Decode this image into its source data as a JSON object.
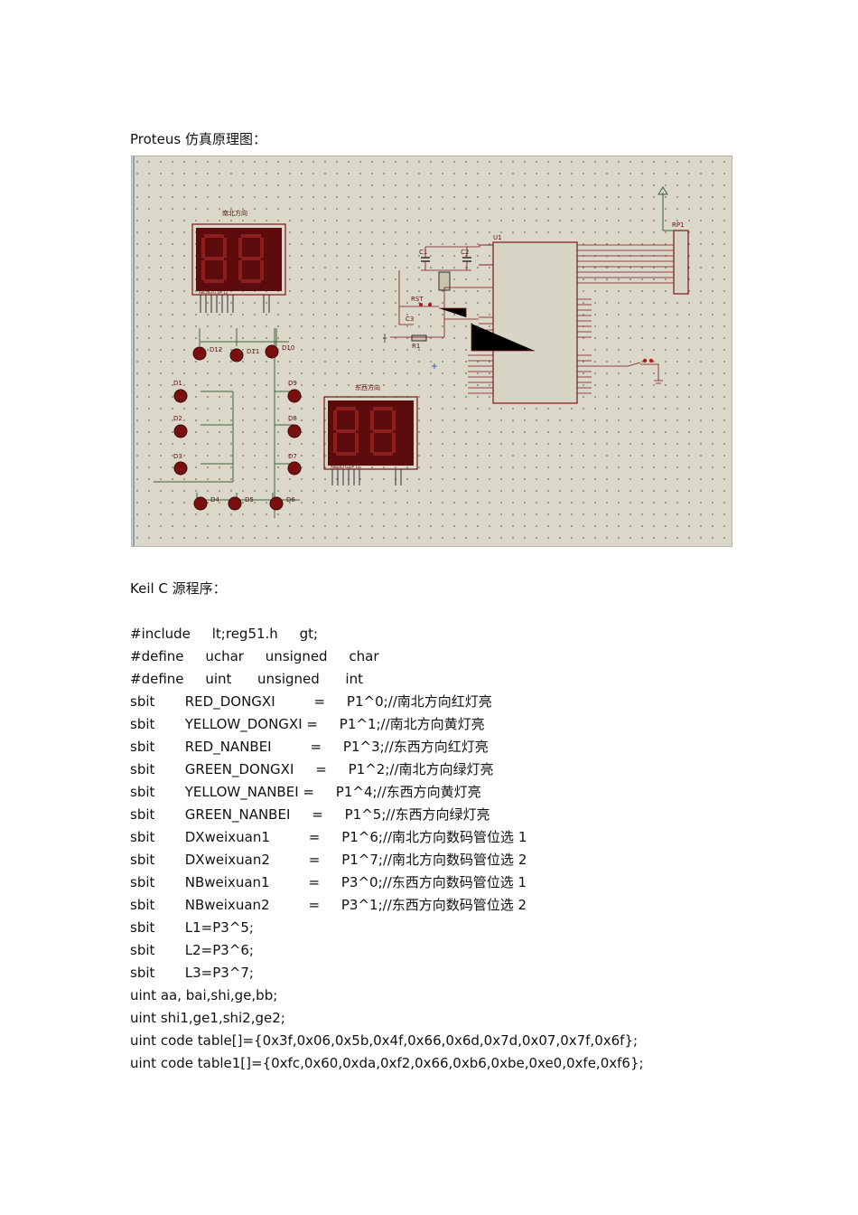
{
  "headings": {
    "proteus": "Proteus 仿真原理图：",
    "keil": "Keil C 源程序："
  },
  "schematic": {
    "labels": {
      "sn_title": "南北方向",
      "ew_title": "东西方向",
      "u1": "U1",
      "rp1": "RP1",
      "c1": "C1",
      "c2": "C2",
      "rst": "RST",
      "c3": "C3",
      "r1": "R1",
      "seg_pins": "ABCDEFG  DP      12",
      "d12": "D12",
      "d11": "D11",
      "d10": "D10",
      "d1": "D1",
      "d9": "D9",
      "d2": "D2",
      "d8": "D8",
      "d3": "D3",
      "d7": "D7",
      "d4": "D4",
      "d5": "D5",
      "d6": "D6"
    },
    "colors": {
      "background": "#dcd8c9",
      "grid_dot": "#6f6c62",
      "component_outline": "#7a1515",
      "led_red": "#7a0f0f",
      "wire": "#3f5f3f",
      "display_body": "#5c0c0c"
    }
  },
  "code_lines": [
    "#include     lt;reg51.h     gt;",
    "#define     uchar     unsigned     char",
    "#define     uint      unsigned      int",
    "sbit       RED_DONGXI         =     P1^0;//南北方向红灯亮",
    "sbit       YELLOW_DONGXI =     P1^1;//南北方向黄灯亮",
    "sbit       RED_NANBEI         =     P1^3;//东西方向红灯亮",
    "sbit       GREEN_DONGXI     =     P1^2;//南北方向绿灯亮",
    "sbit       YELLOW_NANBEI =     P1^4;//东西方向黄灯亮",
    "sbit       GREEN_NANBEI     =     P1^5;//东西方向绿灯亮",
    "sbit       DXweixuan1         =     P1^6;//南北方向数码管位选 1",
    "sbit       DXweixuan2         =     P1^7;//南北方向数码管位选 2",
    "sbit       NBweixuan1         =     P3^0;//东西方向数码管位选 1",
    "sbit       NBweixuan2         =     P3^1;//东西方向数码管位选 2",
    "sbit       L1=P3^5;",
    "sbit       L2=P3^6;",
    "sbit       L3=P3^7;",
    "uint aa, bai,shi,ge,bb;",
    "uint shi1,ge1,shi2,ge2;",
    "uint code table[]={0x3f,0x06,0x5b,0x4f,0x66,0x6d,0x7d,0x07,0x7f,0x6f};",
    "uint code table1[]={0xfc,0x60,0xda,0xf2,0x66,0xb6,0xbe,0xe0,0xfe,0xf6};"
  ]
}
